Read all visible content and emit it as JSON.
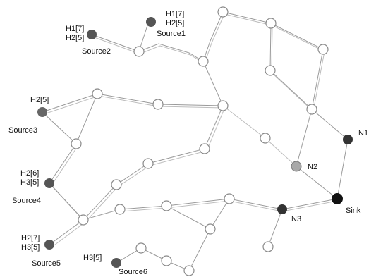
{
  "nodes": {
    "source1": {
      "label": "Source1",
      "tags": [
        "H1[7]",
        "H2[5]"
      ]
    },
    "source2": {
      "label": "Source2",
      "tags": [
        "H1[7]",
        "H2[5]"
      ]
    },
    "source3": {
      "label": "Source3",
      "tags": [
        "H2[5]"
      ]
    },
    "source4": {
      "label": "Source4",
      "tags": [
        "H2[6]",
        "H3[5]"
      ]
    },
    "source5": {
      "label": "Source5",
      "tags": [
        "H2[7]",
        "H3[5]"
      ]
    },
    "source6": {
      "label": "Source6",
      "tags": [
        "H3[5]"
      ]
    },
    "n1": {
      "label": "N1"
    },
    "n2": {
      "label": "N2"
    },
    "n3": {
      "label": "N3"
    },
    "sink": {
      "label": "Sink"
    }
  },
  "colors": {
    "source": "#555555",
    "sink": "#111111",
    "n2": "#a8a8a8",
    "relay_fill": "#ffffff",
    "relay_stroke": "#8a8a8a",
    "edge": "#9a9a9a"
  }
}
